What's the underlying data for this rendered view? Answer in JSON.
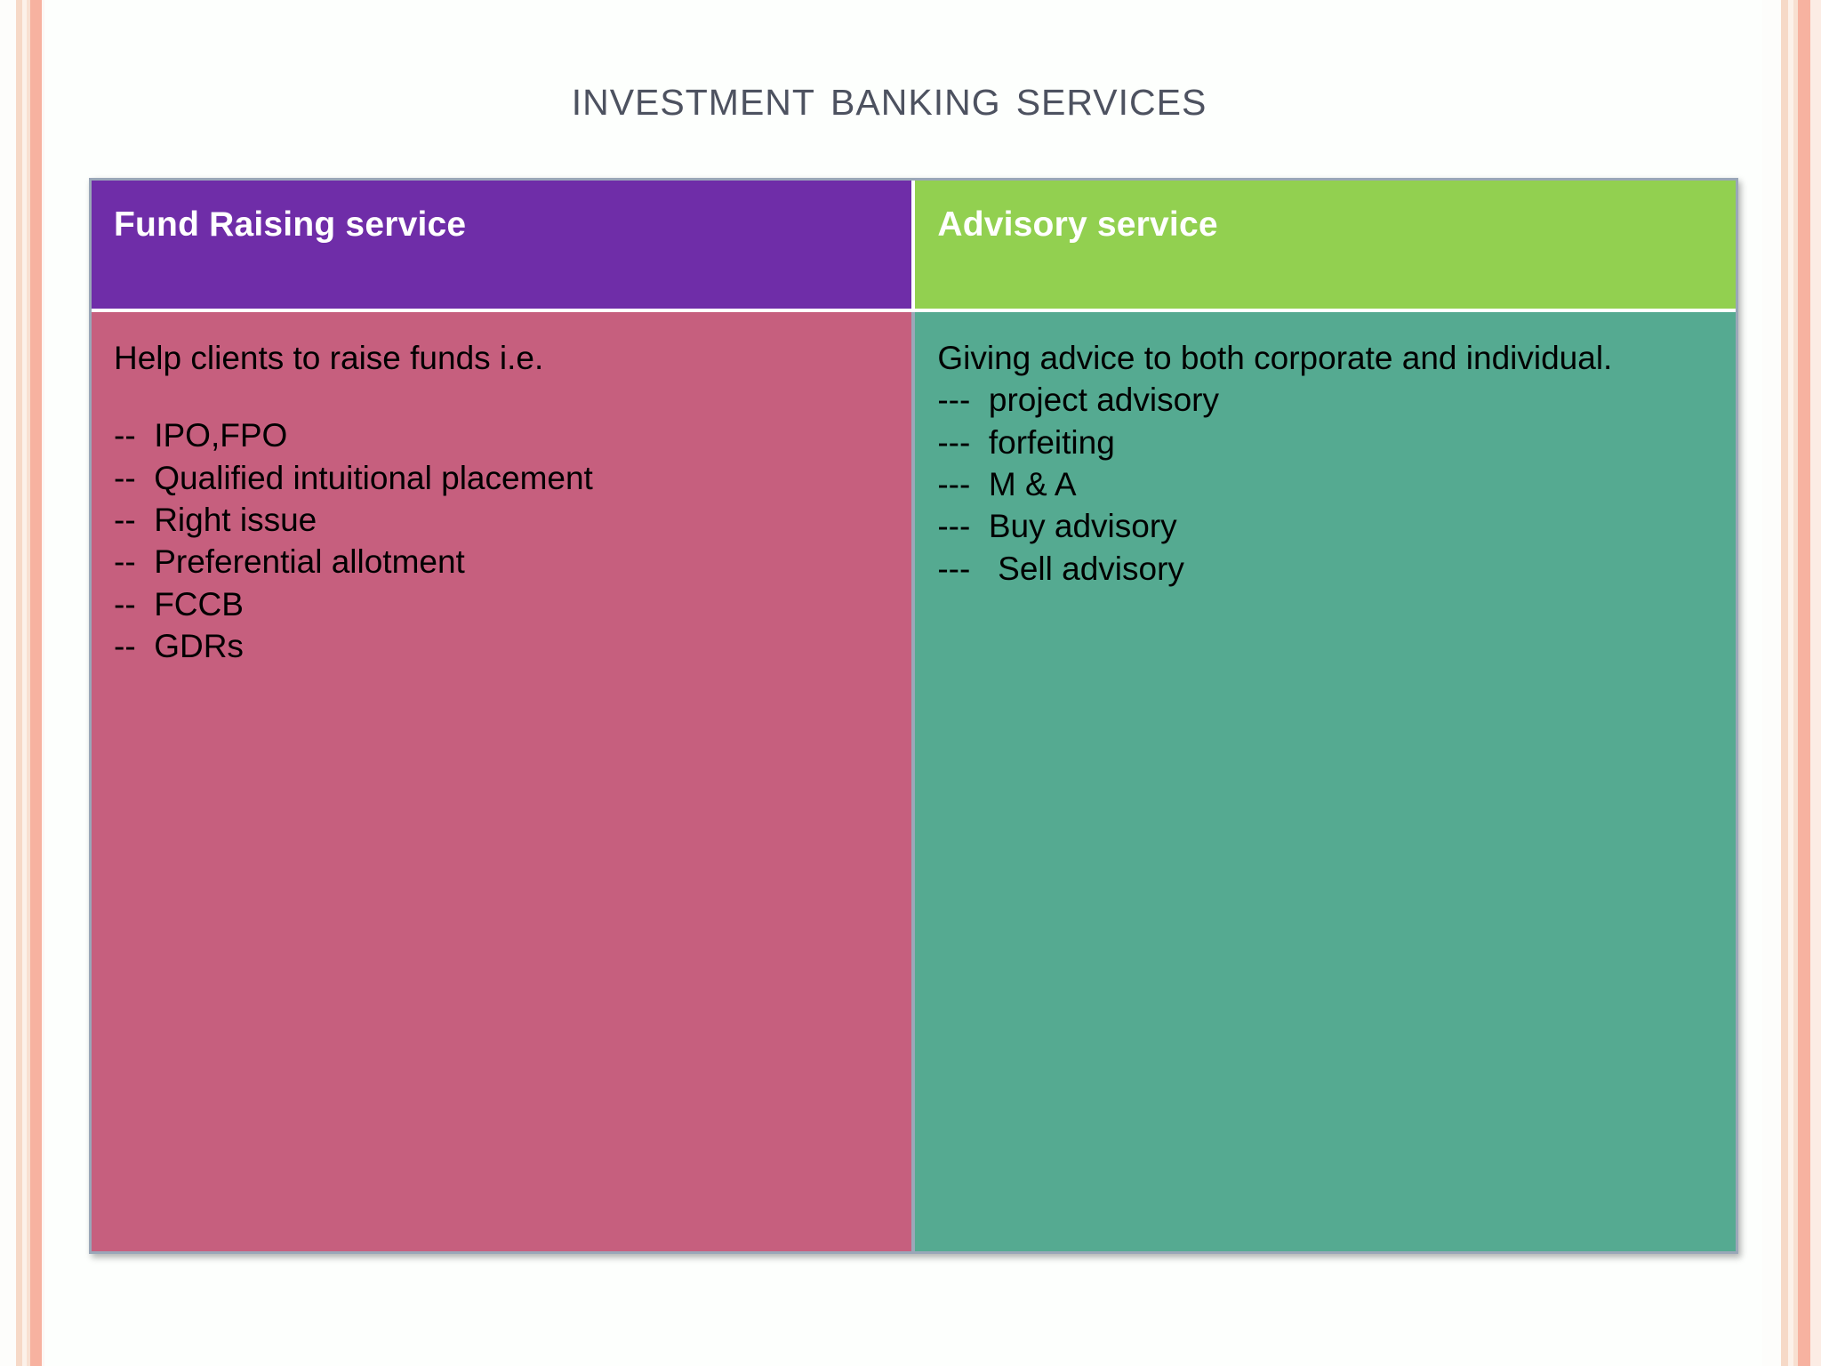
{
  "slide": {
    "title": "Investment banking services"
  },
  "table": {
    "columns": [
      {
        "header": "Fund Raising service",
        "header_bg": "#6F2DA8",
        "header_color": "#FFFFFF",
        "body_bg": "#C65F7E",
        "lede": "Help clients to raise funds i.e.",
        "items": [
          "--  IPO,FPO",
          "--  Qualified intuitional placement",
          "--  Right issue",
          "--  Preferential allotment",
          "--  FCCB",
          "--  GDRs"
        ]
      },
      {
        "header": "Advisory service",
        "header_bg": "#92D050",
        "header_color": "#FFFFFF",
        "body_bg": "#55AA91",
        "lede": "Giving advice to both corporate and individual.",
        "items": [
          "---  project advisory",
          "---  forfeiting",
          "---  M & A",
          "---  Buy advisory",
          "---   Sell advisory"
        ]
      }
    ]
  },
  "decor": {
    "edge_stripe_colors": [
      "#F6D9C7",
      "#FCF1E9",
      "#F8E0D1",
      "#F7B2A0",
      "#FDF7F4"
    ]
  }
}
